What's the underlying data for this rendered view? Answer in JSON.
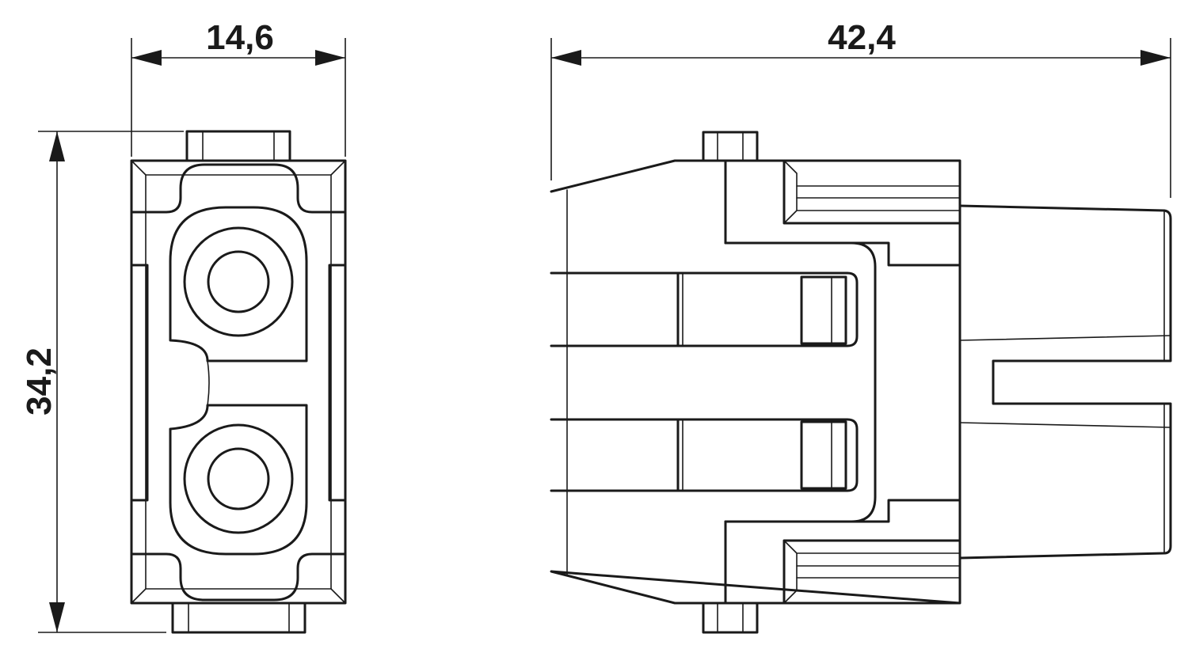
{
  "dimensions": {
    "front_width": "14,6",
    "height": "34,2",
    "side_length": "42,4"
  }
}
